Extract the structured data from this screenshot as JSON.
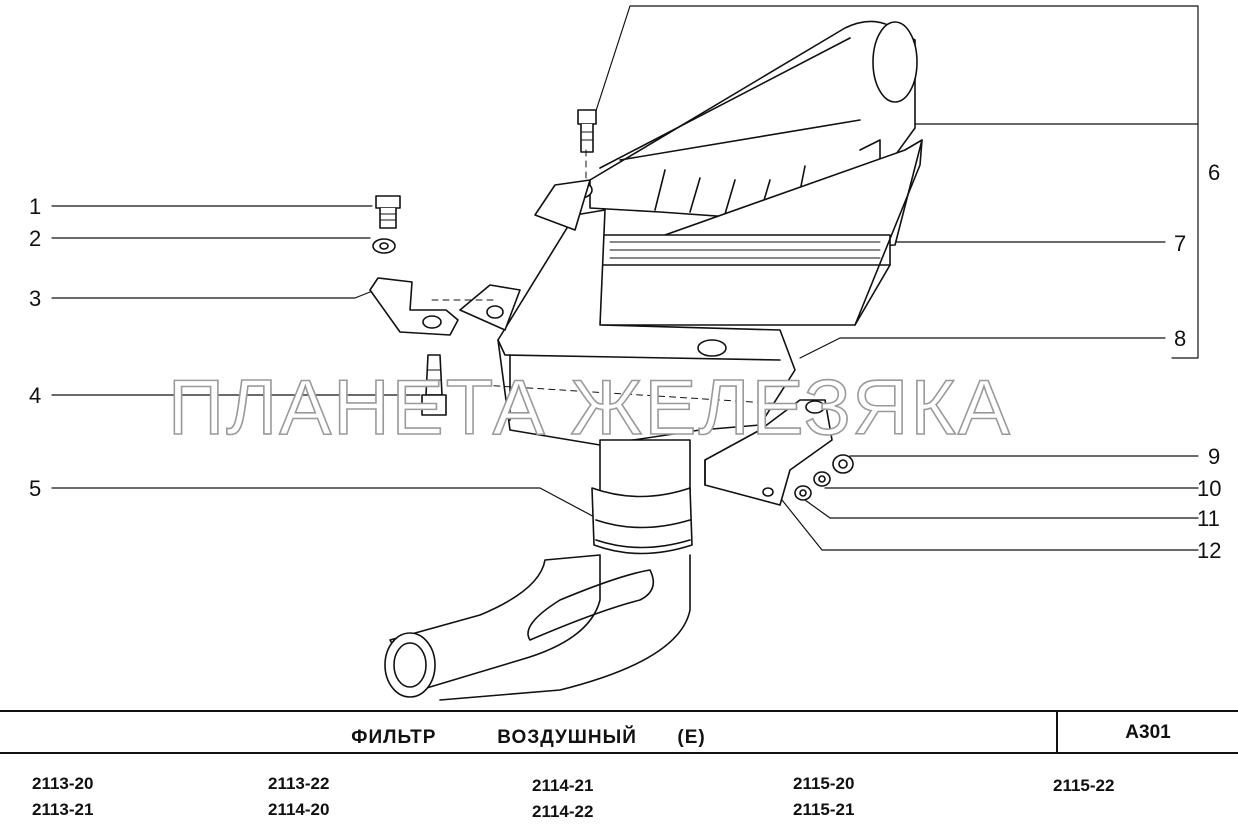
{
  "diagram": {
    "callouts": [
      "1",
      "2",
      "3",
      "4",
      "5",
      "6",
      "7",
      "8",
      "9",
      "10",
      "11",
      "12"
    ],
    "watermark": "ПЛАНЕТА ЖЕЛЕЗЯКА"
  },
  "footer": {
    "title": "ФИЛЬТР   ВОЗДУШНЫЙ  (Е)",
    "code": "А301",
    "models": [
      [
        "2113-20",
        "2113-21"
      ],
      [
        "2113-22",
        "2114-20"
      ],
      [
        "2114-21",
        "2114-22"
      ],
      [
        "2115-20",
        "2115-21"
      ],
      [
        "2115-22"
      ]
    ]
  }
}
